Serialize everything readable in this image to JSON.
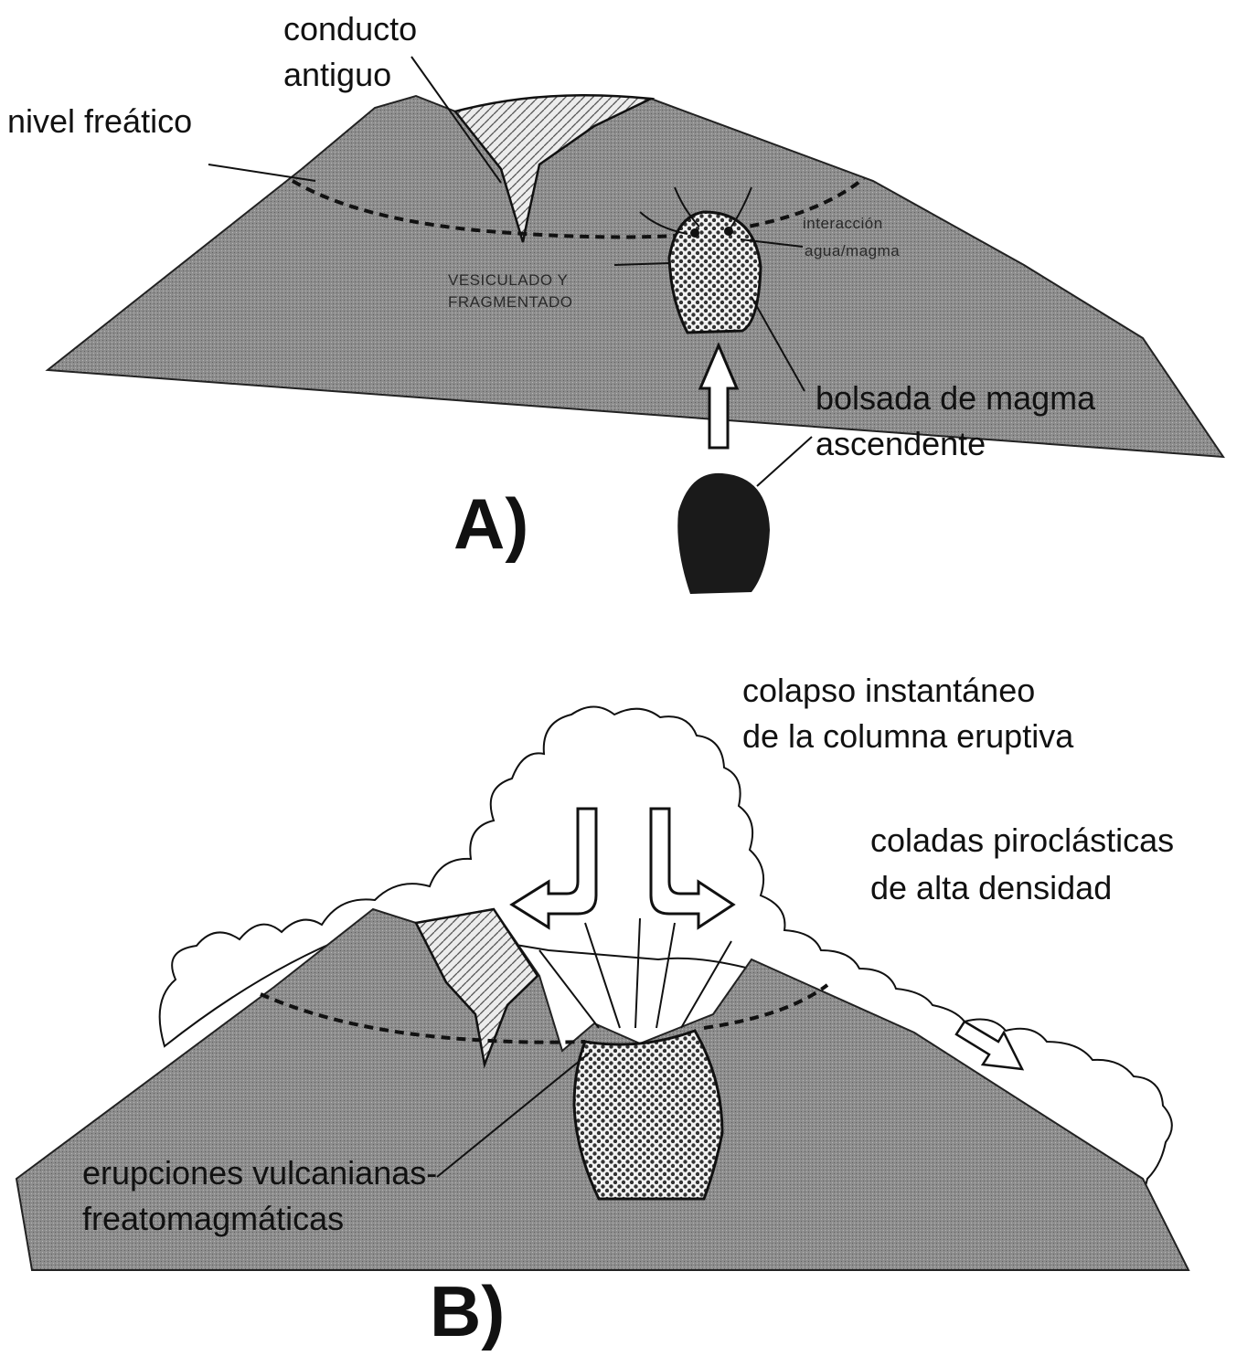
{
  "panel_a": {
    "panel_label": "A)",
    "labels": {
      "old_conduit_line1": "conducto",
      "old_conduit_line2": "antiguo",
      "water_table": "nivel freático",
      "interaction_line1": "interacción",
      "interaction_line2": "agua/magma",
      "vesiculated_line1": "VESICULADO Y",
      "vesiculated_line2": "FRAGMENTADO",
      "magma_pocket_line1": "bolsada de magma",
      "magma_pocket_line2": "ascendente"
    }
  },
  "panel_b": {
    "panel_label": "B)",
    "labels": {
      "collapse_line1": "colapso instantáneo",
      "collapse_line2": "de la columna eruptiva",
      "flows_line1": "coladas piroclásticas",
      "flows_line2": "de alta densidad",
      "eruptions_line1": "erupciones vulcanianas-",
      "eruptions_line2": "freatomagmáticas"
    }
  },
  "colors": {
    "edifice_fill": "#8d8d8d",
    "background": "#ffffff",
    "outline": "#111111",
    "magma_dark": "#1a1a1a"
  }
}
